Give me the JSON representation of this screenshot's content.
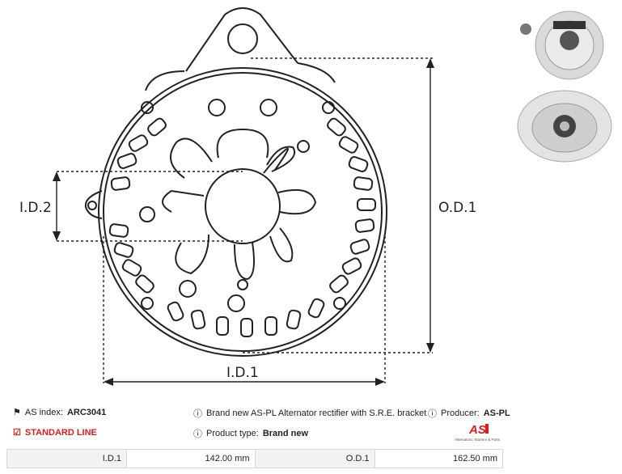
{
  "drawing": {
    "labels": {
      "id2": "I.D.2",
      "od1": "O.D.1",
      "id1": "I.D.1"
    }
  },
  "info": {
    "as_index_label": "AS index:",
    "as_index_value": "ARC3041",
    "description": "Brand new AS-PL Alternator rectifier with S.R.E. bracket",
    "producer_label": "Producer:",
    "producer_value": "AS-PL",
    "line": "STANDARD LINE",
    "product_type_label": "Product type:",
    "product_type_value": "Brand new",
    "logo_text": "AS",
    "logo_caption": "Alternators, Starters & Parts"
  },
  "specs": [
    {
      "key": "I.D.1",
      "value": "142.00 mm"
    },
    {
      "key": "O.D.1",
      "value": "162.50 mm"
    }
  ],
  "colors": {
    "accent": "#d81e1e",
    "line": "#222222",
    "table_key_bg": "#f2f2f2",
    "table_border": "#d8d8d8"
  }
}
